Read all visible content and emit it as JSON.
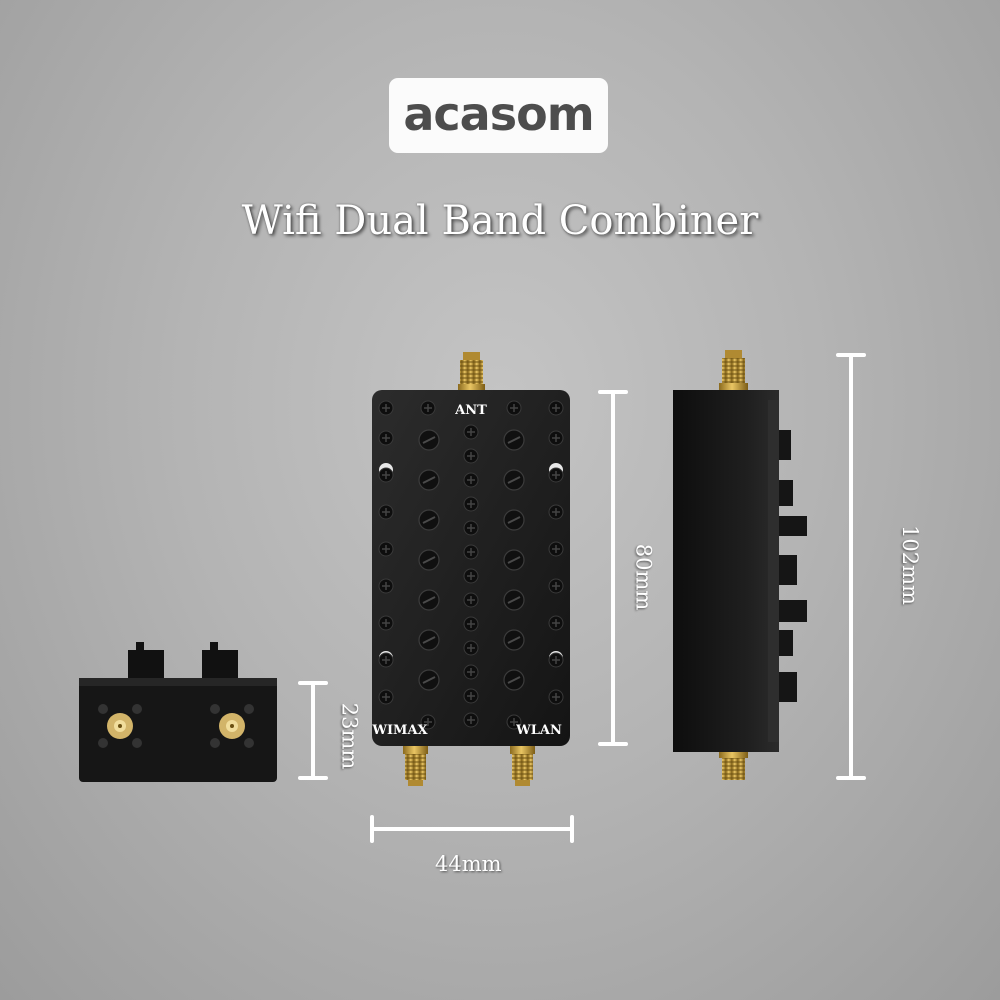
{
  "brand": {
    "logo_text": "acasom"
  },
  "title": "Wifi Dual Band Combiner",
  "ports": {
    "top": "ANT",
    "bottom_left": "WIMAX",
    "bottom_right": "WLAN"
  },
  "dimensions": {
    "height_front": "80mm",
    "height_side": "102mm",
    "width": "44mm",
    "depth": "23mm"
  }
}
